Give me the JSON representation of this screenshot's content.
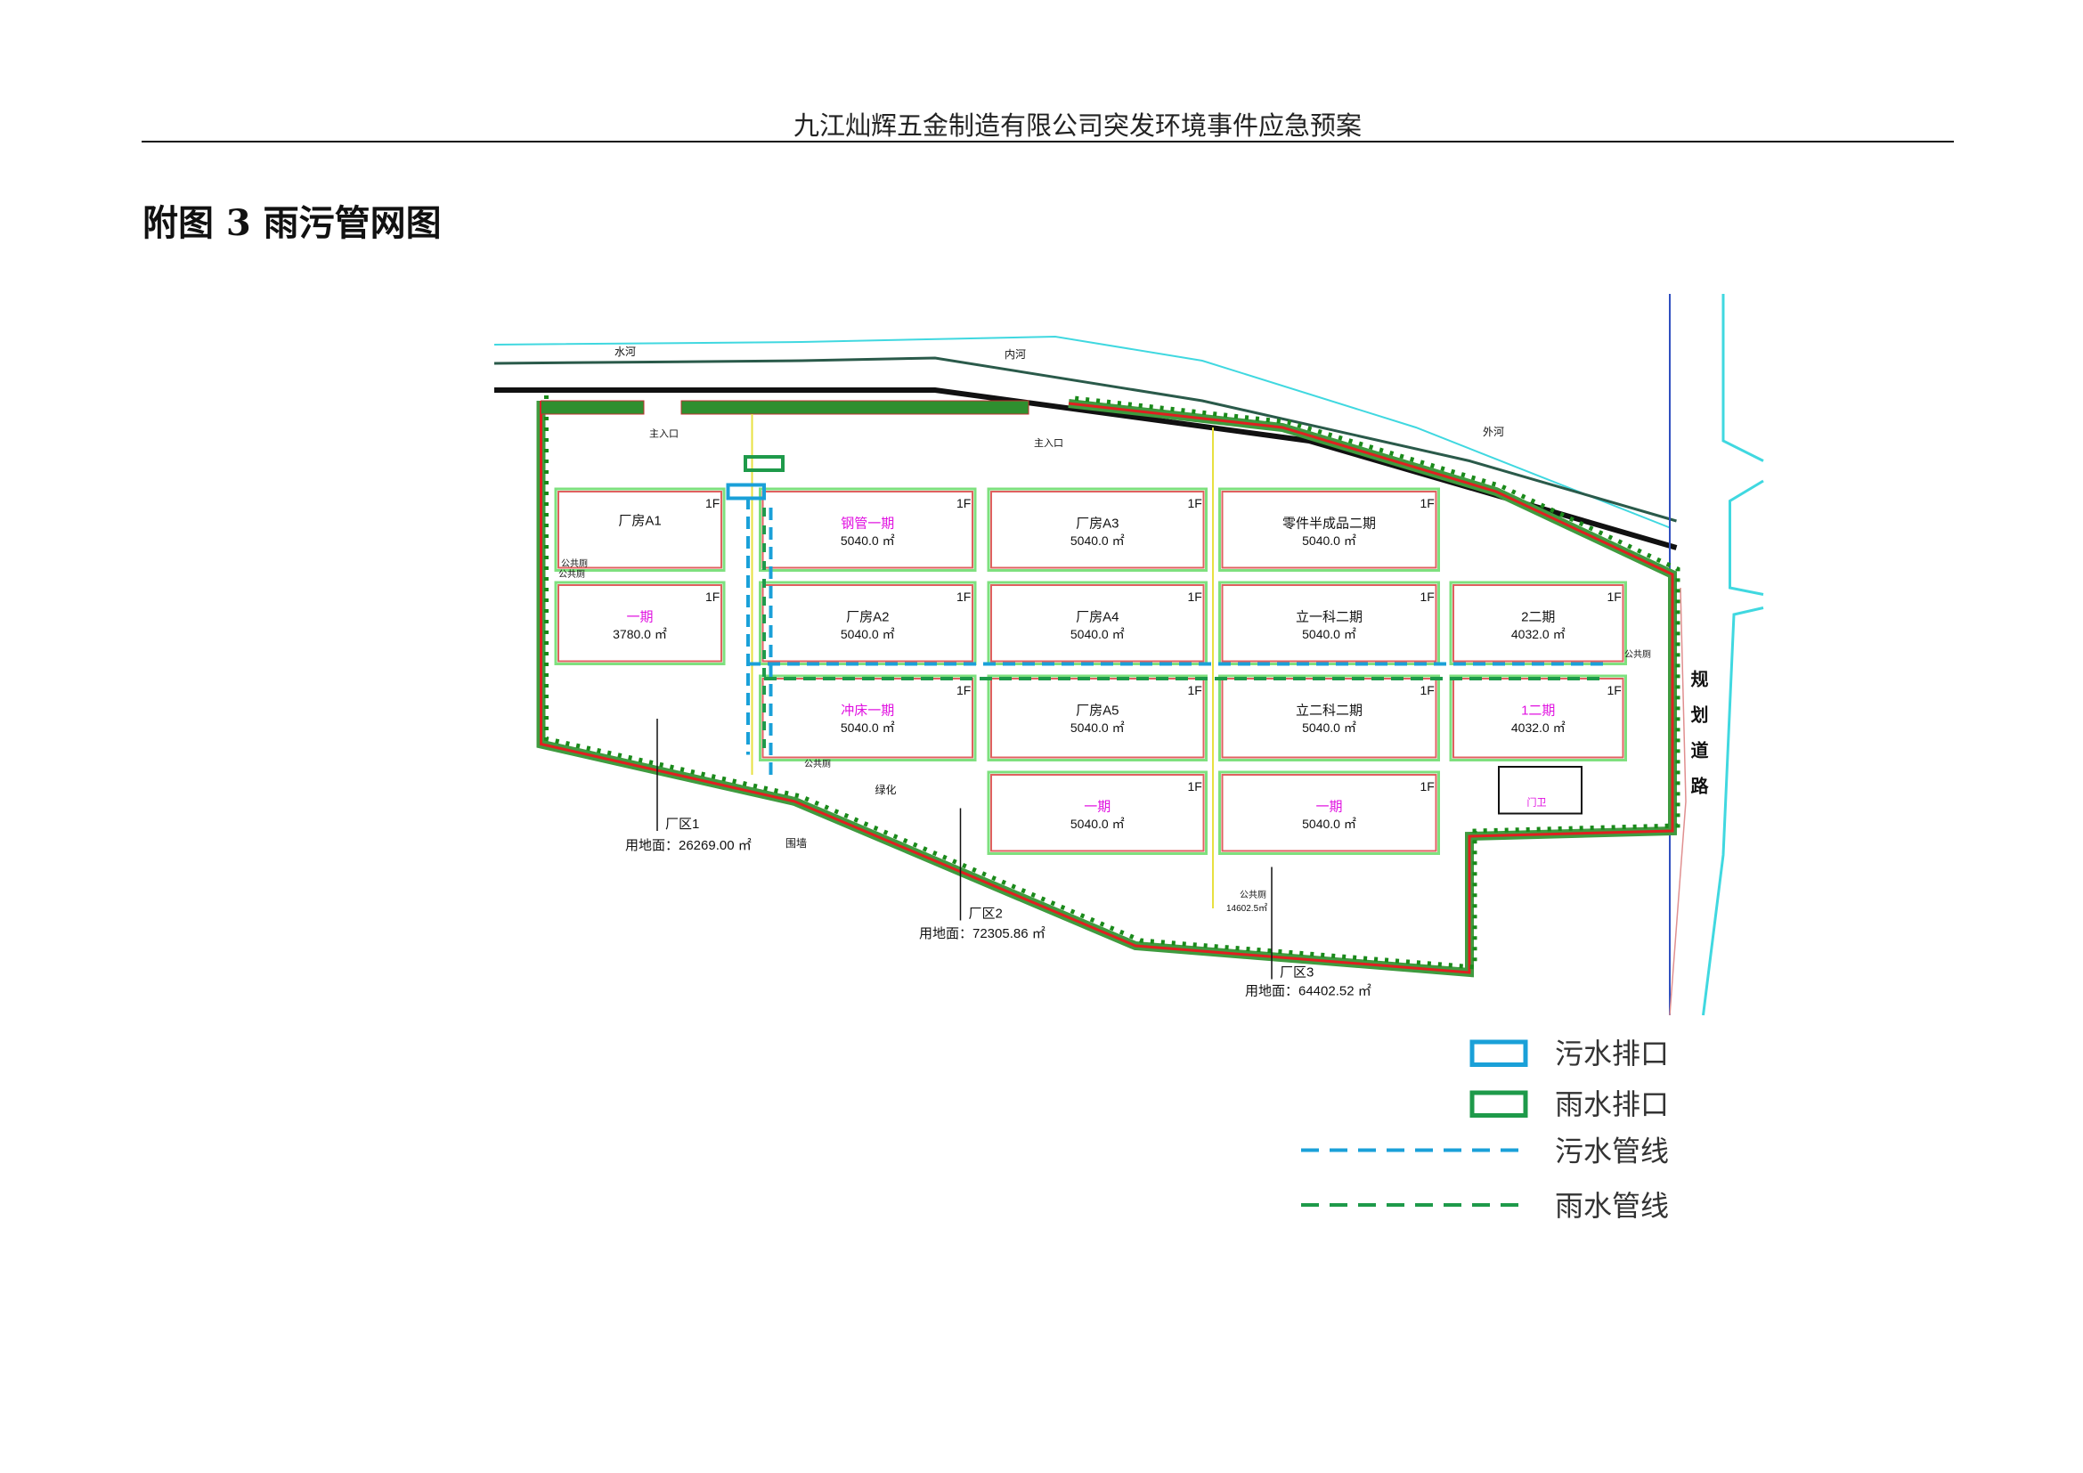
{
  "header": {
    "title": "九江灿辉五金制造有限公司突发环境事件应急预案"
  },
  "figure": {
    "title": "附图 3  雨污管网图"
  },
  "colors": {
    "sewage": "#1aa0d8",
    "rain": "#1e9a4a",
    "wall": "#e02020",
    "green_belt": "#3f9b3f",
    "river": "#40d8e0",
    "accent_label": "#e010e0"
  },
  "map": {
    "rivers": [
      "水河",
      "内河",
      "外河"
    ],
    "entrances": [
      "主入口",
      "主入口"
    ],
    "road_label": "规划道路",
    "toilets": [
      "公共厕",
      "公共厕",
      "公共厕",
      "公共厕",
      "公共厕"
    ],
    "toilet_note": "14602.5㎡",
    "green_label": "绿化",
    "wall_label": "围墙",
    "guard_label": "门卫",
    "zones": [
      {
        "name": "厂区1",
        "area": "用地面：26269.00 ㎡"
      },
      {
        "name": "厂区2",
        "area": "用地面：72305.86 ㎡"
      },
      {
        "name": "厂区3",
        "area": "用地面：64402.52 ㎡"
      }
    ],
    "buildings": [
      {
        "name": "厂房A1",
        "area": "",
        "floor": "1F",
        "highlight": false
      },
      {
        "name": "钢管一期",
        "area": "5040.0 ㎡",
        "floor": "1F",
        "highlight": true
      },
      {
        "name": "厂房A3",
        "area": "5040.0 ㎡",
        "floor": "1F",
        "highlight": false
      },
      {
        "name": "零件半成品二期",
        "area": "5040.0 ㎡",
        "floor": "1F",
        "highlight": false
      },
      {
        "name": "一期",
        "area": "3780.0 ㎡",
        "floor": "1F",
        "highlight": true
      },
      {
        "name": "厂房A2",
        "area": "5040.0 ㎡",
        "floor": "1F",
        "highlight": false
      },
      {
        "name": "厂房A4",
        "area": "5040.0 ㎡",
        "floor": "1F",
        "highlight": false
      },
      {
        "name": "立一科二期",
        "area": "5040.0 ㎡",
        "floor": "1F",
        "highlight": false
      },
      {
        "name": "2二期",
        "area": "4032.0 ㎡",
        "floor": "1F",
        "highlight": false
      },
      {
        "name": "冲床一期",
        "area": "5040.0 ㎡",
        "floor": "1F",
        "highlight": true
      },
      {
        "name": "厂房A5",
        "area": "5040.0 ㎡",
        "floor": "1F",
        "highlight": false
      },
      {
        "name": "立二科二期",
        "area": "5040.0 ㎡",
        "floor": "1F",
        "highlight": false
      },
      {
        "name": "1二期",
        "area": "4032.0 ㎡",
        "floor": "1F",
        "highlight": true
      },
      {
        "name": "一期",
        "area": "5040.0 ㎡",
        "floor": "1F",
        "highlight": true
      },
      {
        "name": "一期",
        "area": "5040.0 ㎡",
        "floor": "1F",
        "highlight": true
      }
    ]
  },
  "legend": [
    {
      "label": "污水排口",
      "kind": "box",
      "color": "#1aa0d8"
    },
    {
      "label": "雨水排口",
      "kind": "box",
      "color": "#1e9a4a"
    },
    {
      "label": "污水管线",
      "kind": "dash",
      "color": "#1aa0d8"
    },
    {
      "label": "雨水管线",
      "kind": "dash",
      "color": "#1e9a4a"
    }
  ]
}
